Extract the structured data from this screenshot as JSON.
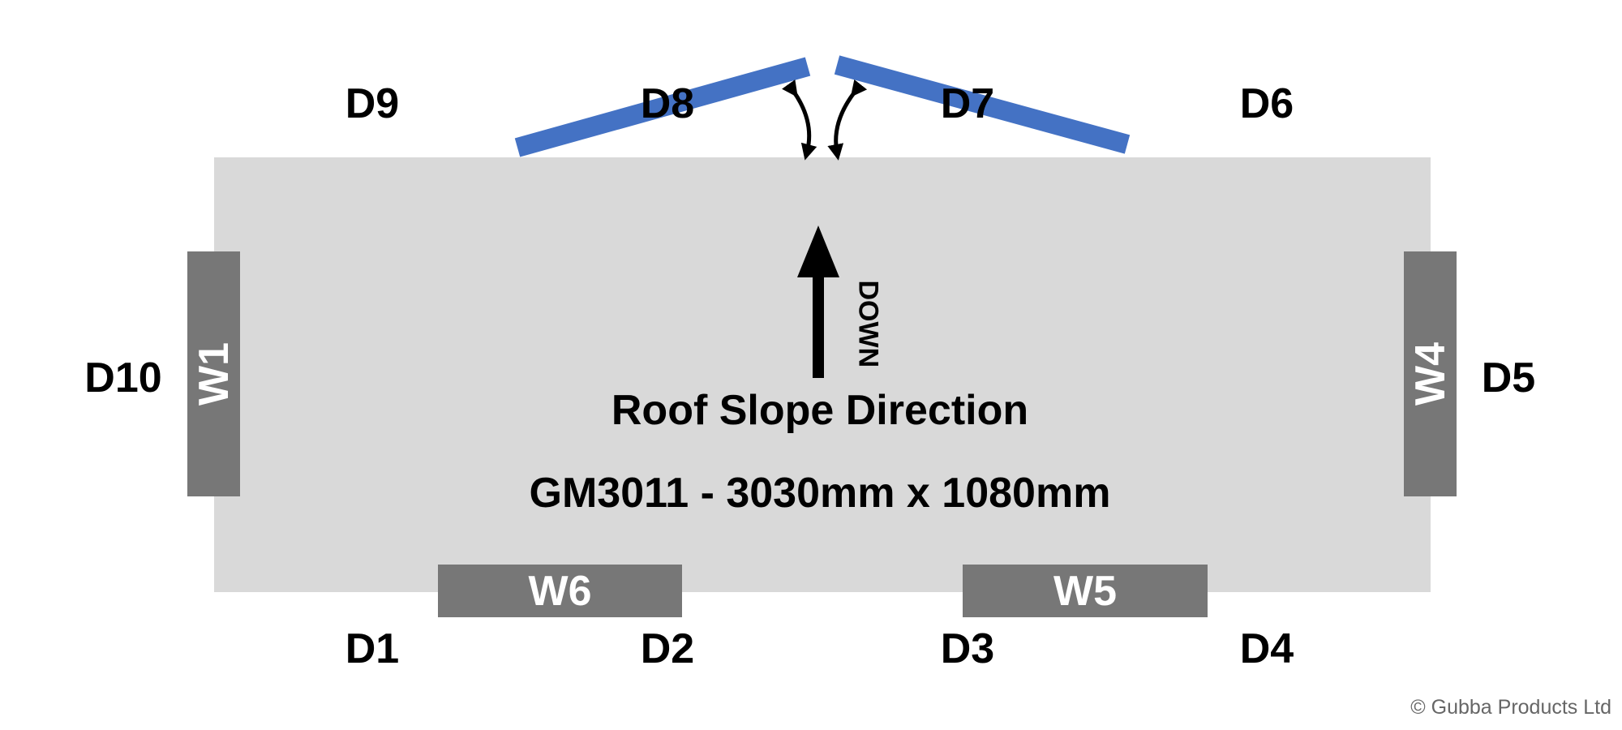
{
  "colors": {
    "panel": "#d9d9d9",
    "window": "#777777",
    "door": "#4472c4"
  },
  "panel": {
    "model": "GM3011 - 3030mm x 1080mm",
    "slope_label": "Roof Slope Direction",
    "slope_dir": "DOWN"
  },
  "windows": {
    "w1": "W1",
    "w4": "W4",
    "w5": "W5",
    "w6": "W6"
  },
  "positions": {
    "d1": "D1",
    "d2": "D2",
    "d3": "D3",
    "d4": "D4",
    "d5": "D5",
    "d6": "D6",
    "d7": "D7",
    "d8": "D8",
    "d9": "D9",
    "d10": "D10"
  },
  "copyright": "© Gubba Products Ltd"
}
